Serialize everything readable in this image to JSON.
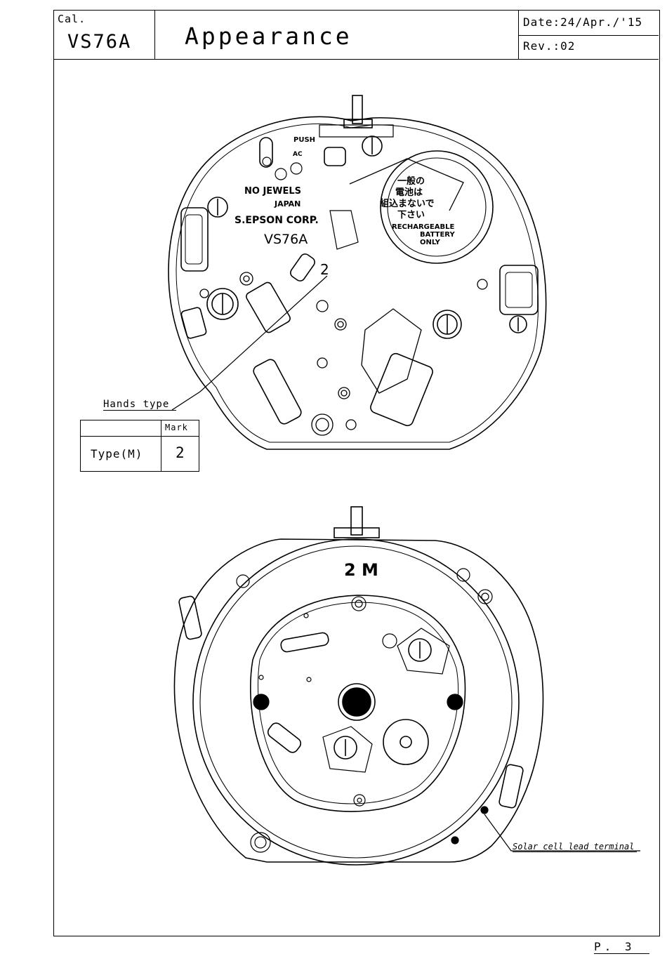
{
  "header": {
    "cal_label": "Cal.",
    "calibre": "VS76A",
    "title": "Appearance",
    "date": "Date:24/Apr./'15",
    "revision": "Rev.:02"
  },
  "movement_markings": {
    "push": "PUSH",
    "ac": "AC",
    "no_jewels": "NO JEWELS",
    "japan": "JAPAN",
    "maker": "S.EPSON CORP.",
    "calibre_stamp": "VS76A",
    "hands_mark_stamp": "2",
    "battery_jp_1": "一般の",
    "battery_jp_2": "電池は",
    "battery_jp_3": "組込まないで",
    "battery_jp_4": "下さい",
    "battery_en_1": "RECHARGEABLE",
    "battery_en_2": "BATTERY",
    "battery_en_3": "ONLY",
    "dial_side_stamp": "2 M"
  },
  "callouts": {
    "hands_type": "Hands type",
    "solar_terminal": "Solar cell lead terminal"
  },
  "mark_table": {
    "col_header": "Mark",
    "row_label": "Type(M)",
    "row_value": "2"
  },
  "footer": {
    "page": "P. 3"
  }
}
